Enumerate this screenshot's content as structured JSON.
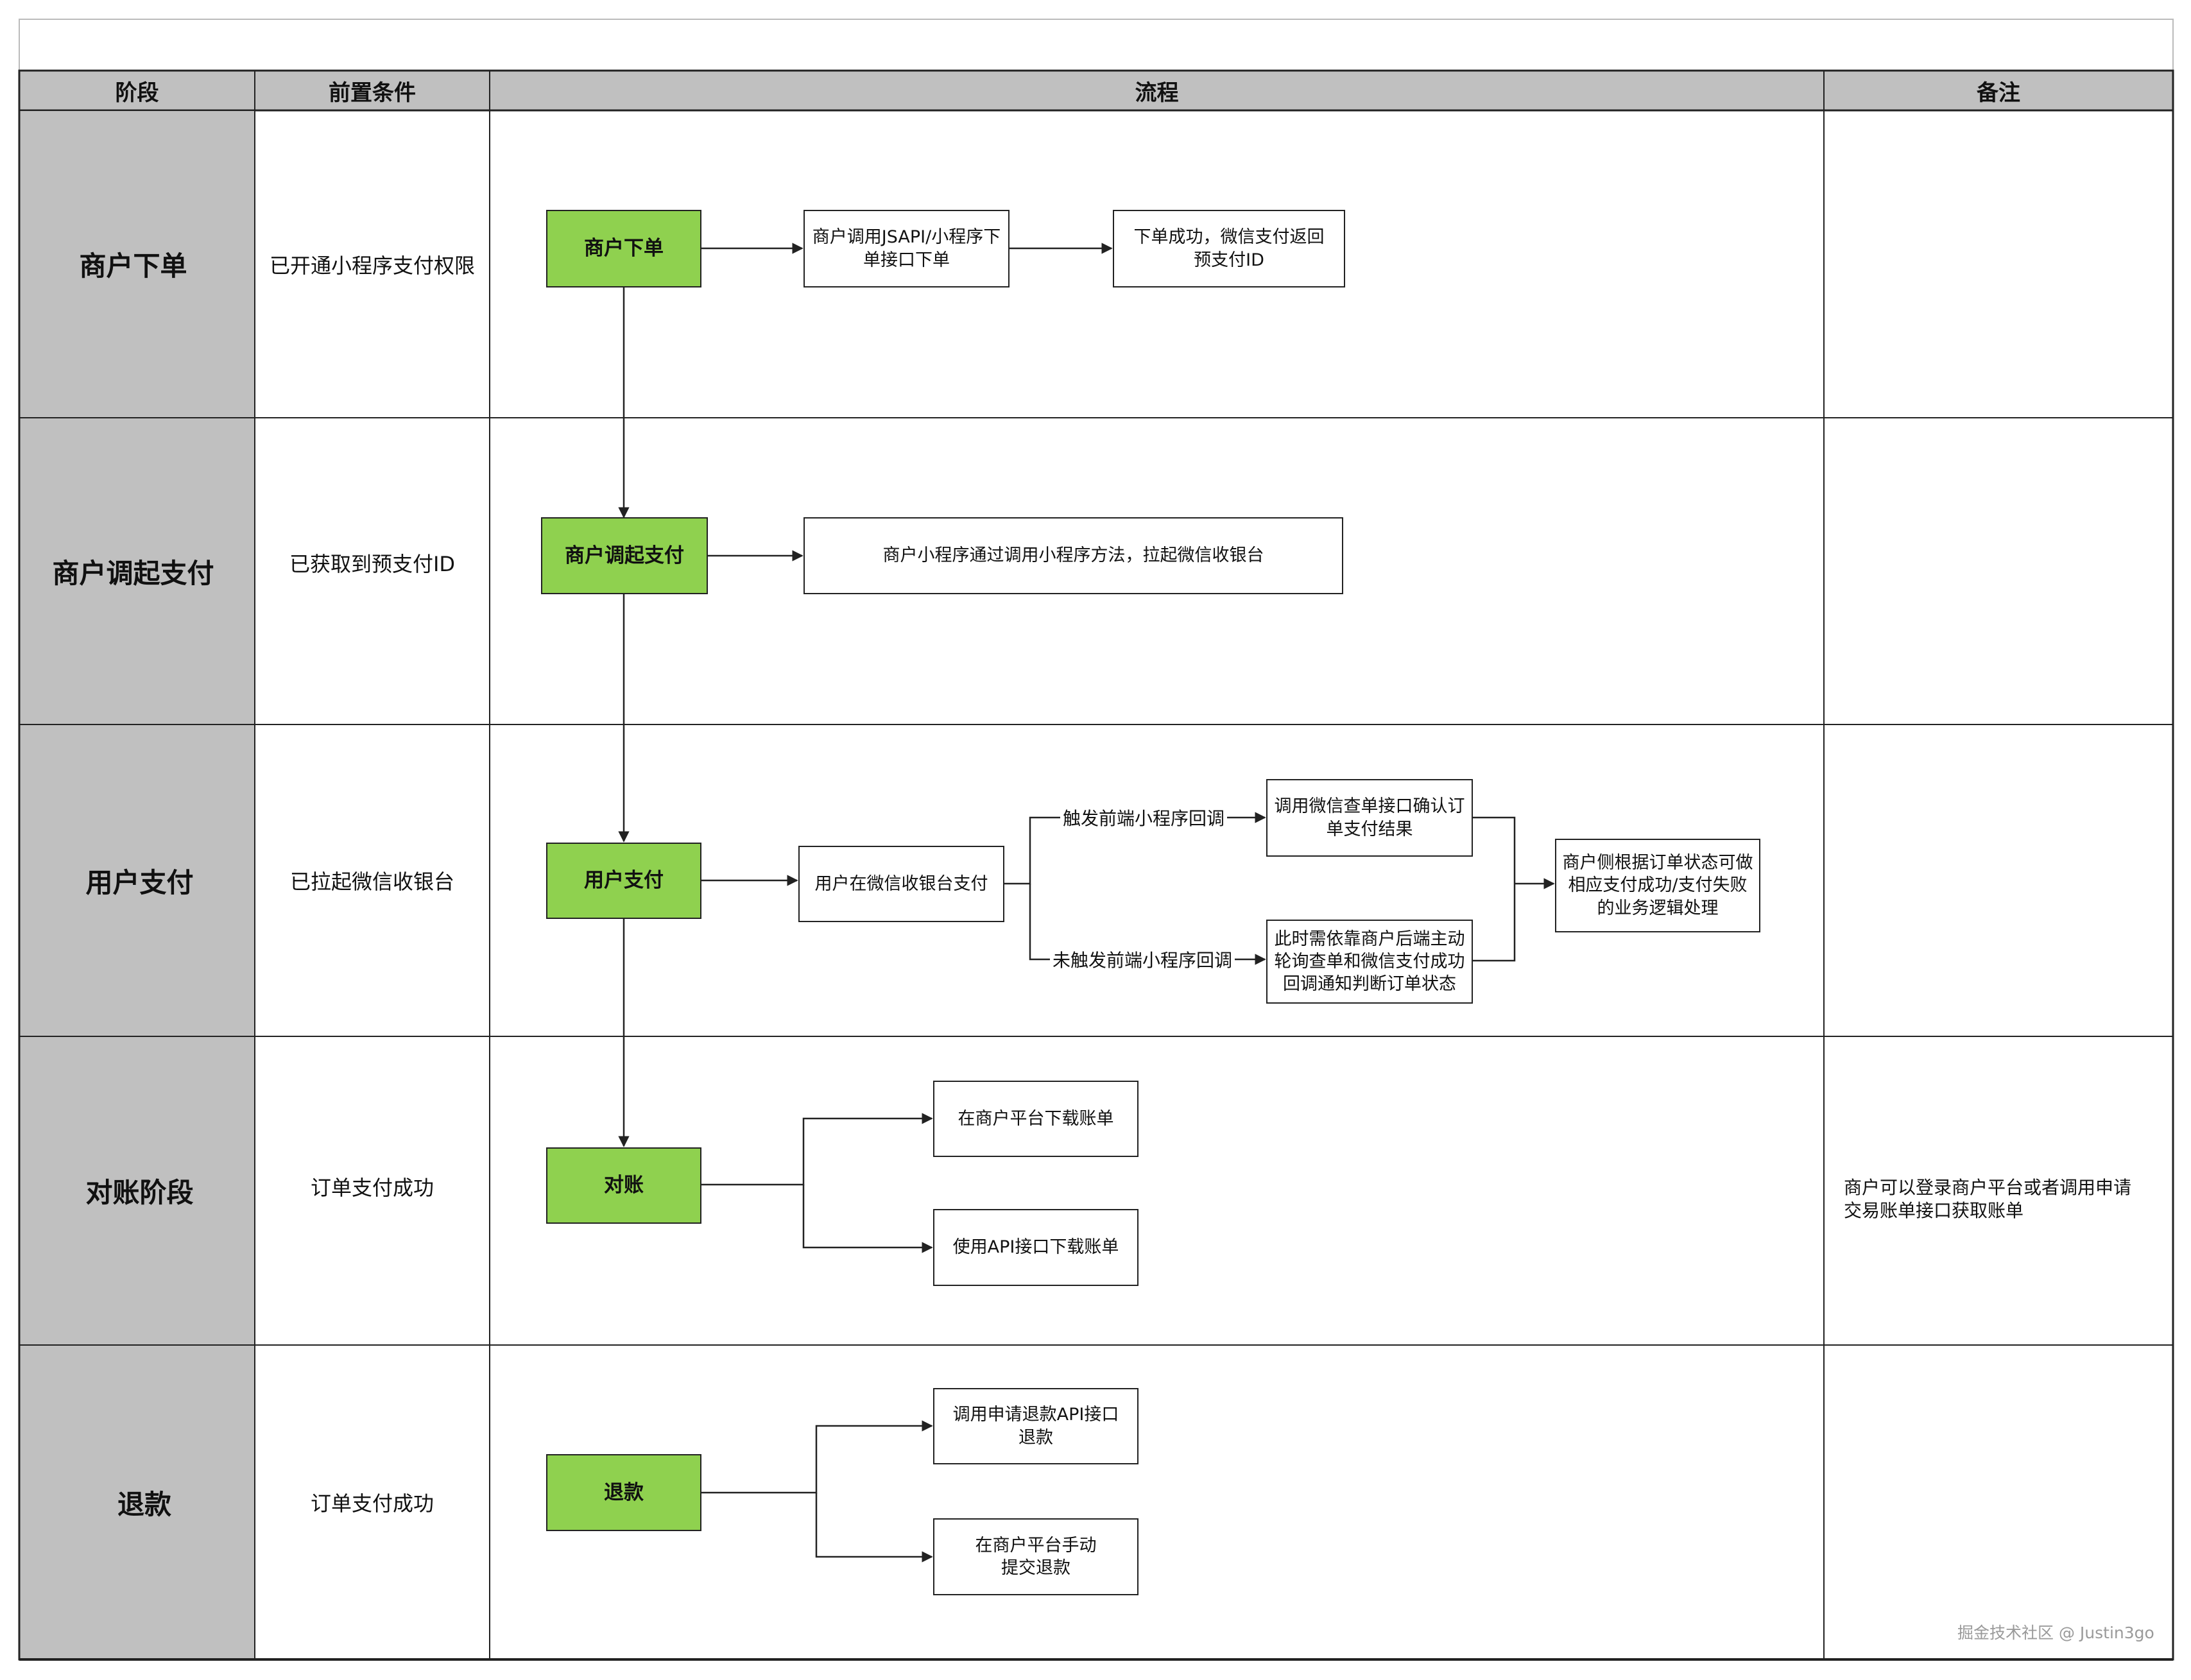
{
  "headers": {
    "stage": "阶段",
    "precondition": "前置条件",
    "process": "流程",
    "remark": "备注"
  },
  "rows": [
    {
      "stage": "商户下单",
      "precondition": "已开通小程序支付权限",
      "remark": ""
    },
    {
      "stage": "商户调起支付",
      "precondition": "已获取到预支付ID",
      "remark": ""
    },
    {
      "stage": "用户支付",
      "precondition": "已拉起微信收银台",
      "remark": ""
    },
    {
      "stage": "对账阶段",
      "precondition": "订单支付成功",
      "remark": "商户可以登录商户平台或者调用申请\n交易账单接口获取账单"
    },
    {
      "stage": "退款",
      "precondition": "订单支付成功",
      "remark": ""
    }
  ],
  "nodes": {
    "order": "商户下单",
    "order_api": "商户调用JSAPI/小程序下\n单接口下单",
    "order_ok": "下单成功，微信支付返回\n预支付ID",
    "invoke": "商户调起支付",
    "invoke_desc": "商户小程序通过调用小程序方法，拉起微信收银台",
    "pay": "用户支付",
    "pay_cashier": "用户在微信收银台支付",
    "query_confirm": "调用微信查单接口确认订\n单支付结果",
    "backend_poll": "此时需依靠商户后端主动\n轮询查单和微信支付成功\n回调通知判断订单状态",
    "merchant_update": "商户侧根据订单状态可做\n相应支付成功/支付失败\n的业务逻辑处理",
    "reconcile": "对账",
    "bill_platform": "在商户平台下载账单",
    "bill_api": "使用API接口下载账单",
    "refund": "退款",
    "refund_api": "调用申请退款API接口\n退款",
    "refund_manual": "在商户平台手动\n提交退款"
  },
  "edge_labels": {
    "callback_triggered": "触发前端小程序回调",
    "callback_not_triggered": "未触发前端小程序回调"
  },
  "watermark": "掘金技术社区 @ Justin3go",
  "colors": {
    "header_fill": "#c0c0c0",
    "stage_fill": "#c0c0c0",
    "node_fill": "#8fd14f",
    "line": "#222222"
  }
}
